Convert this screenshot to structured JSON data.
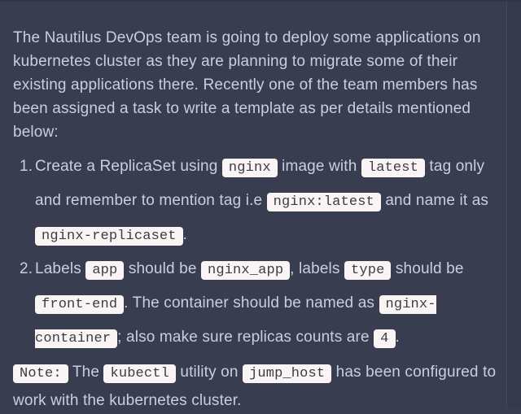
{
  "theme": {
    "page_background": "#383e50",
    "top_edge_color": "#2f3546",
    "body_text_color": "#c6d0e2",
    "inline_code_background": "#fbf4f4",
    "inline_code_text_color": "#3a3d43",
    "gutter_divider_color": "#454c5f"
  },
  "intro": {
    "text": "The Nautilus DevOps team is going to deploy some applications on kubernetes cluster as they are planning to migrate some of their existing applications there. Recently one of the team members has been assigned a task to write a template as per details mentioned below:"
  },
  "tasks": [
    {
      "number": "1.",
      "runs": [
        {
          "t": "text",
          "v": "Create a ReplicaSet using "
        },
        {
          "t": "code",
          "v": "nginx"
        },
        {
          "t": "text",
          "v": " image with "
        },
        {
          "t": "code",
          "v": "latest"
        },
        {
          "t": "text",
          "v": " tag only and remember to mention tag i.e "
        },
        {
          "t": "code",
          "v": "nginx:latest"
        },
        {
          "t": "text",
          "v": " and name it as "
        },
        {
          "t": "code",
          "v": "nginx-replicaset"
        },
        {
          "t": "text",
          "v": "."
        }
      ]
    },
    {
      "number": "2.",
      "runs": [
        {
          "t": "text",
          "v": "Labels "
        },
        {
          "t": "code",
          "v": "app"
        },
        {
          "t": "text",
          "v": " should be "
        },
        {
          "t": "code",
          "v": "nginx_app"
        },
        {
          "t": "text",
          "v": ", labels "
        },
        {
          "t": "code",
          "v": "type"
        },
        {
          "t": "text",
          "v": " should be "
        },
        {
          "t": "code",
          "v": "front-end"
        },
        {
          "t": "text",
          "v": ". The container should be named as "
        },
        {
          "t": "code",
          "v": "nginx-container"
        },
        {
          "t": "text",
          "v": "; also make sure replicas counts are "
        },
        {
          "t": "code",
          "v": "4"
        },
        {
          "t": "text",
          "v": "."
        }
      ]
    }
  ],
  "note": {
    "runs": [
      {
        "t": "code",
        "v": "Note:"
      },
      {
        "t": "text",
        "v": " The "
      },
      {
        "t": "code",
        "v": "kubectl"
      },
      {
        "t": "text",
        "v": " utility on "
      },
      {
        "t": "code",
        "v": "jump_host"
      },
      {
        "t": "text",
        "v": " has been configured to work with the kubernetes cluster."
      }
    ]
  }
}
